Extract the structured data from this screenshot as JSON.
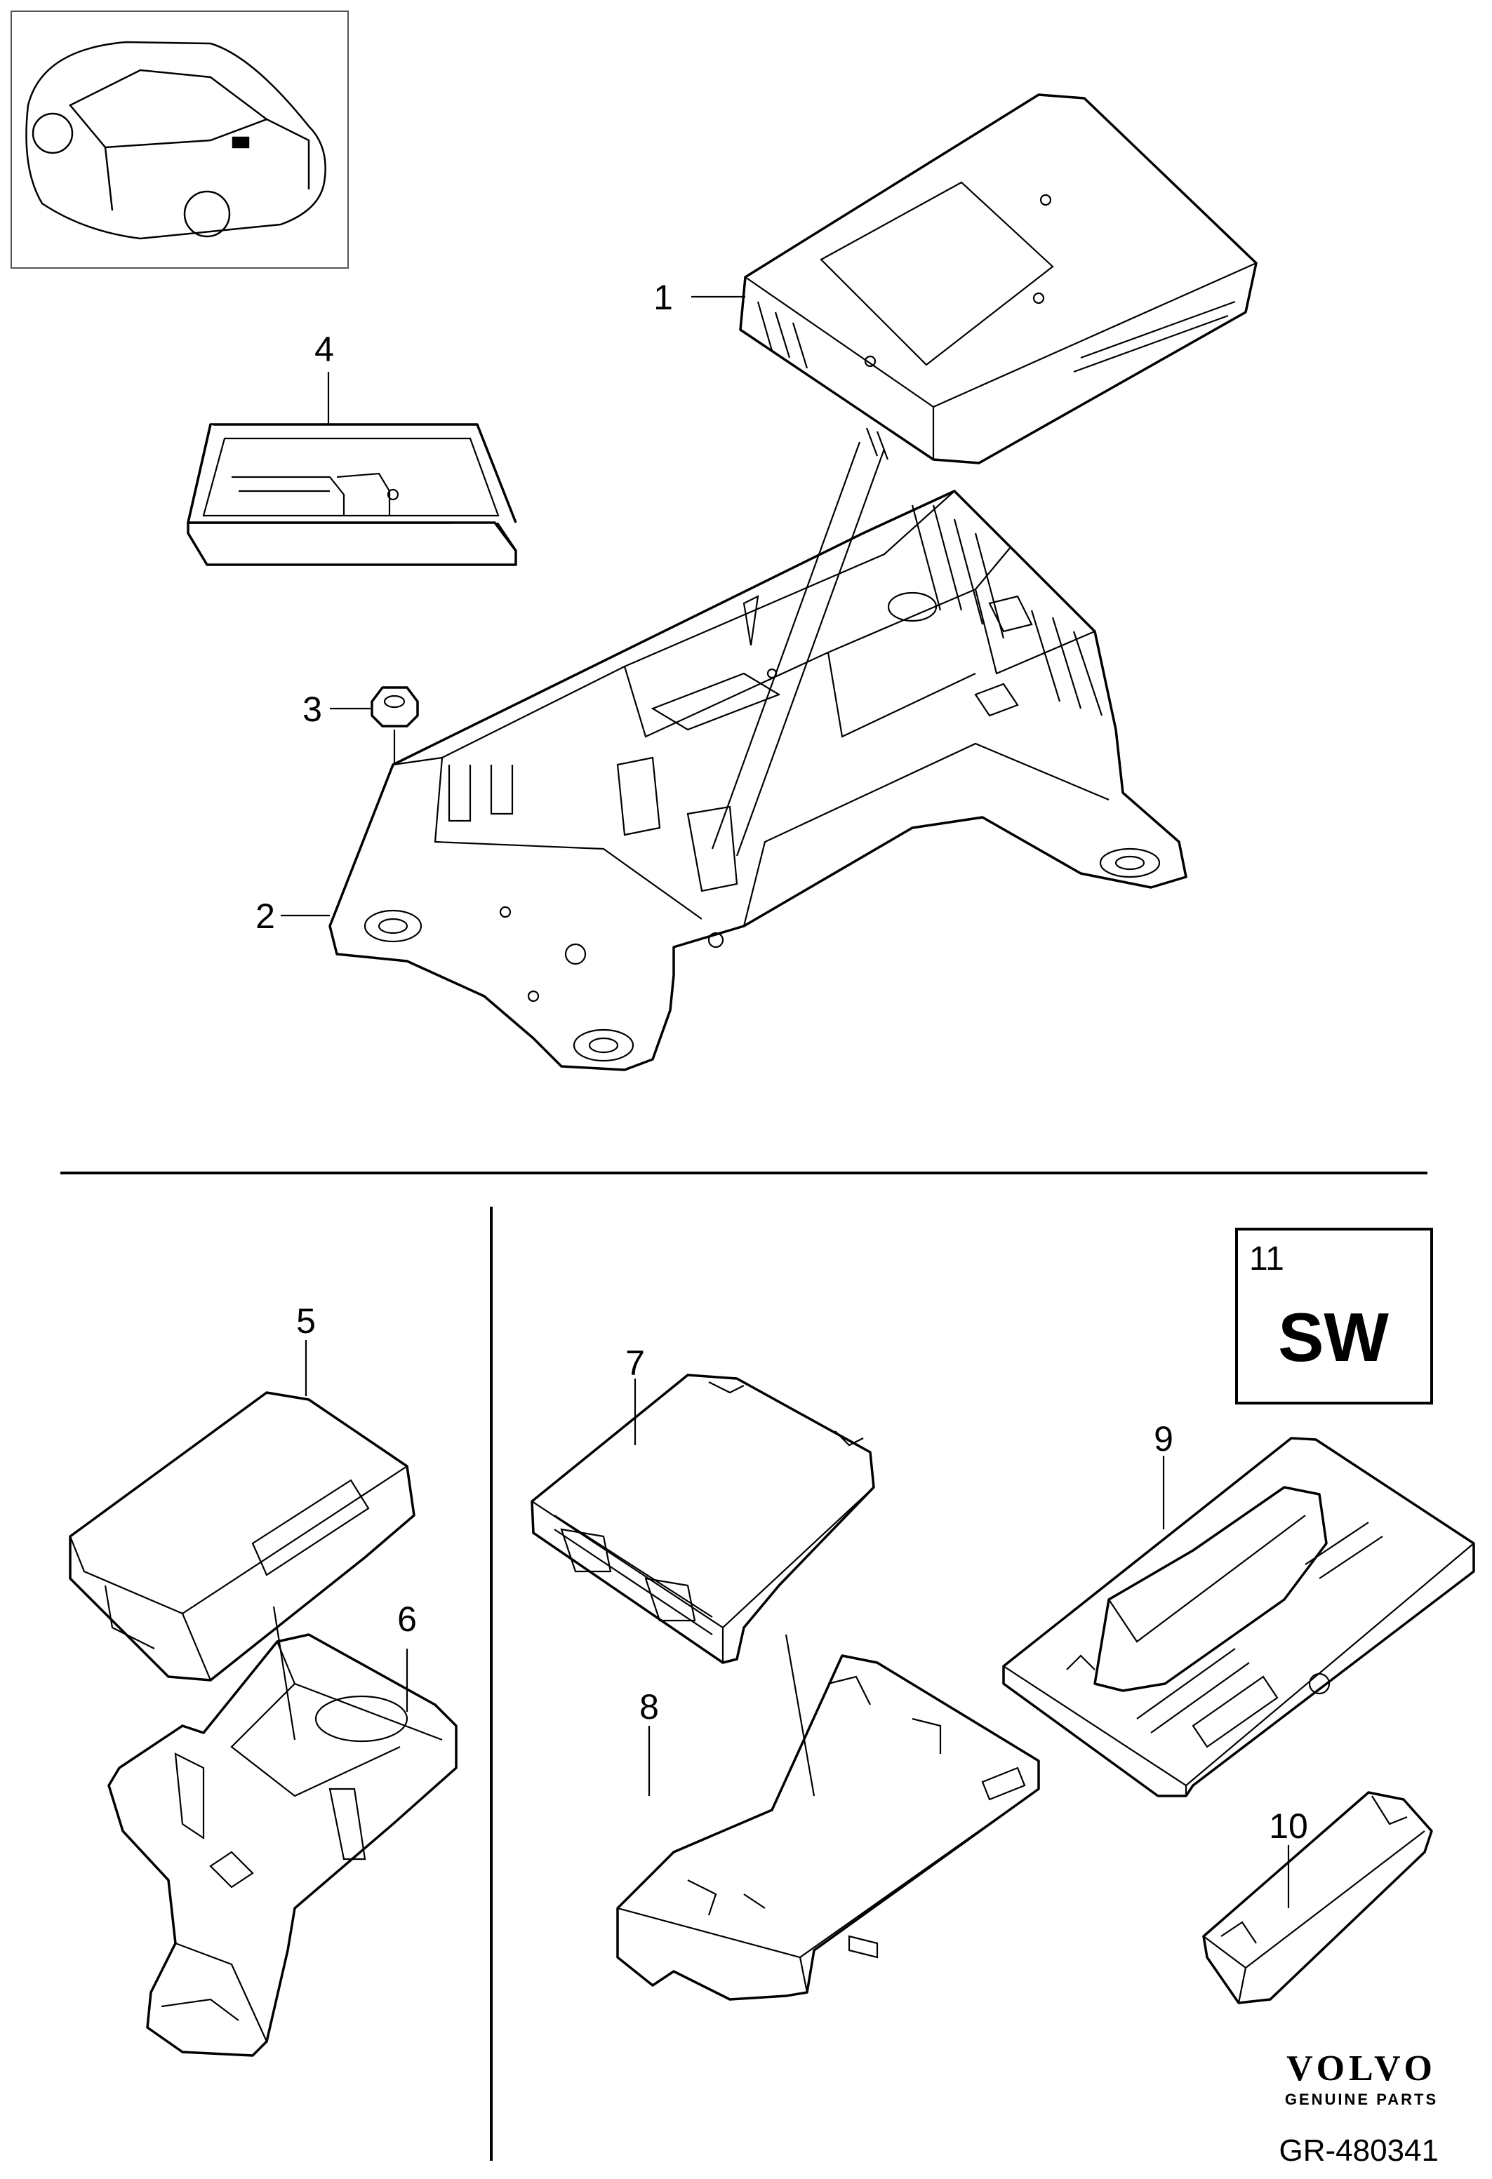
{
  "callouts": {
    "p1": "1",
    "p2": "2",
    "p3": "3",
    "p4": "4",
    "p5": "5",
    "p6": "6",
    "p7": "7",
    "p8": "8",
    "p9": "9",
    "p10": "10"
  },
  "software_box": {
    "number": "11",
    "code": "SW"
  },
  "branding": {
    "name": "VOLVO",
    "tagline": "GENUINE PARTS"
  },
  "reference": "GR-480341"
}
